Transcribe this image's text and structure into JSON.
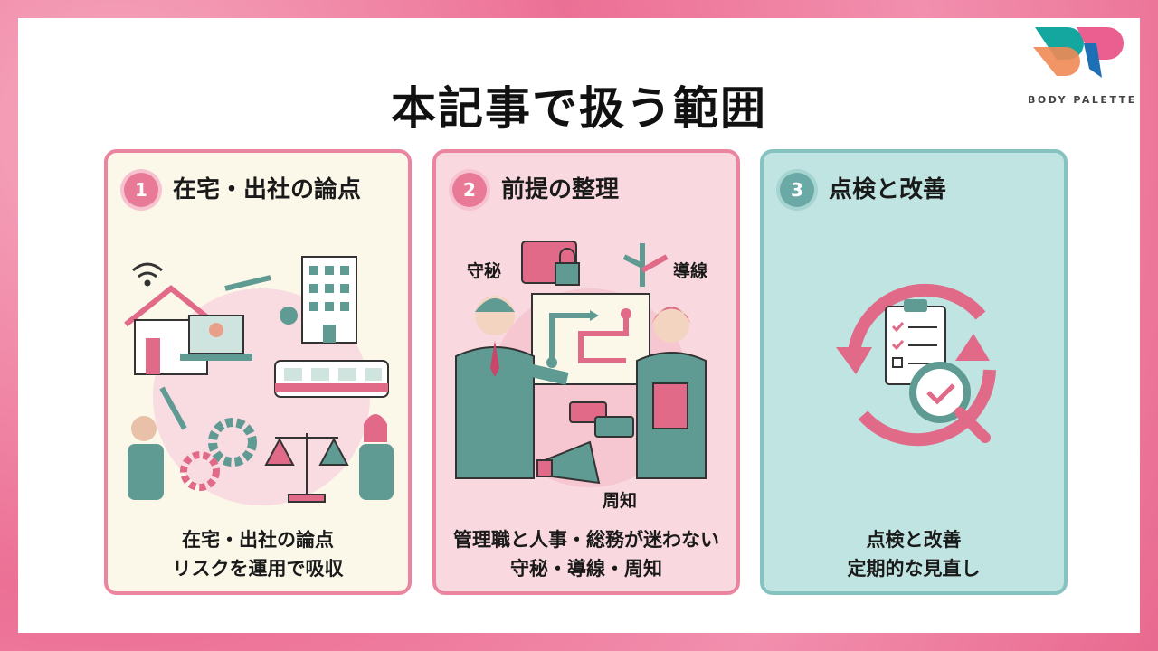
{
  "title": "本記事で扱う範囲",
  "logo": {
    "text": "BODY PALETTE"
  },
  "cards": [
    {
      "number": "1",
      "heading": "在宅・出社の論点",
      "caption_lines": [
        "在宅・出社の論点",
        "リスクを運用で吸収"
      ]
    },
    {
      "number": "2",
      "heading": "前提の整理",
      "caption_lines": [
        "管理職と人事・総務が迷わない",
        "守秘・導線・周知"
      ],
      "labels": {
        "secrecy": "守秘",
        "flow": "導線",
        "notice": "周知"
      }
    },
    {
      "number": "3",
      "heading": "点検と改善",
      "caption_lines": [
        "点検と改善",
        "定期的な見直し"
      ]
    }
  ],
  "colors": {
    "pink": "#e97a97",
    "teal": "#5f9a93",
    "frame": "#ee7fa0"
  }
}
